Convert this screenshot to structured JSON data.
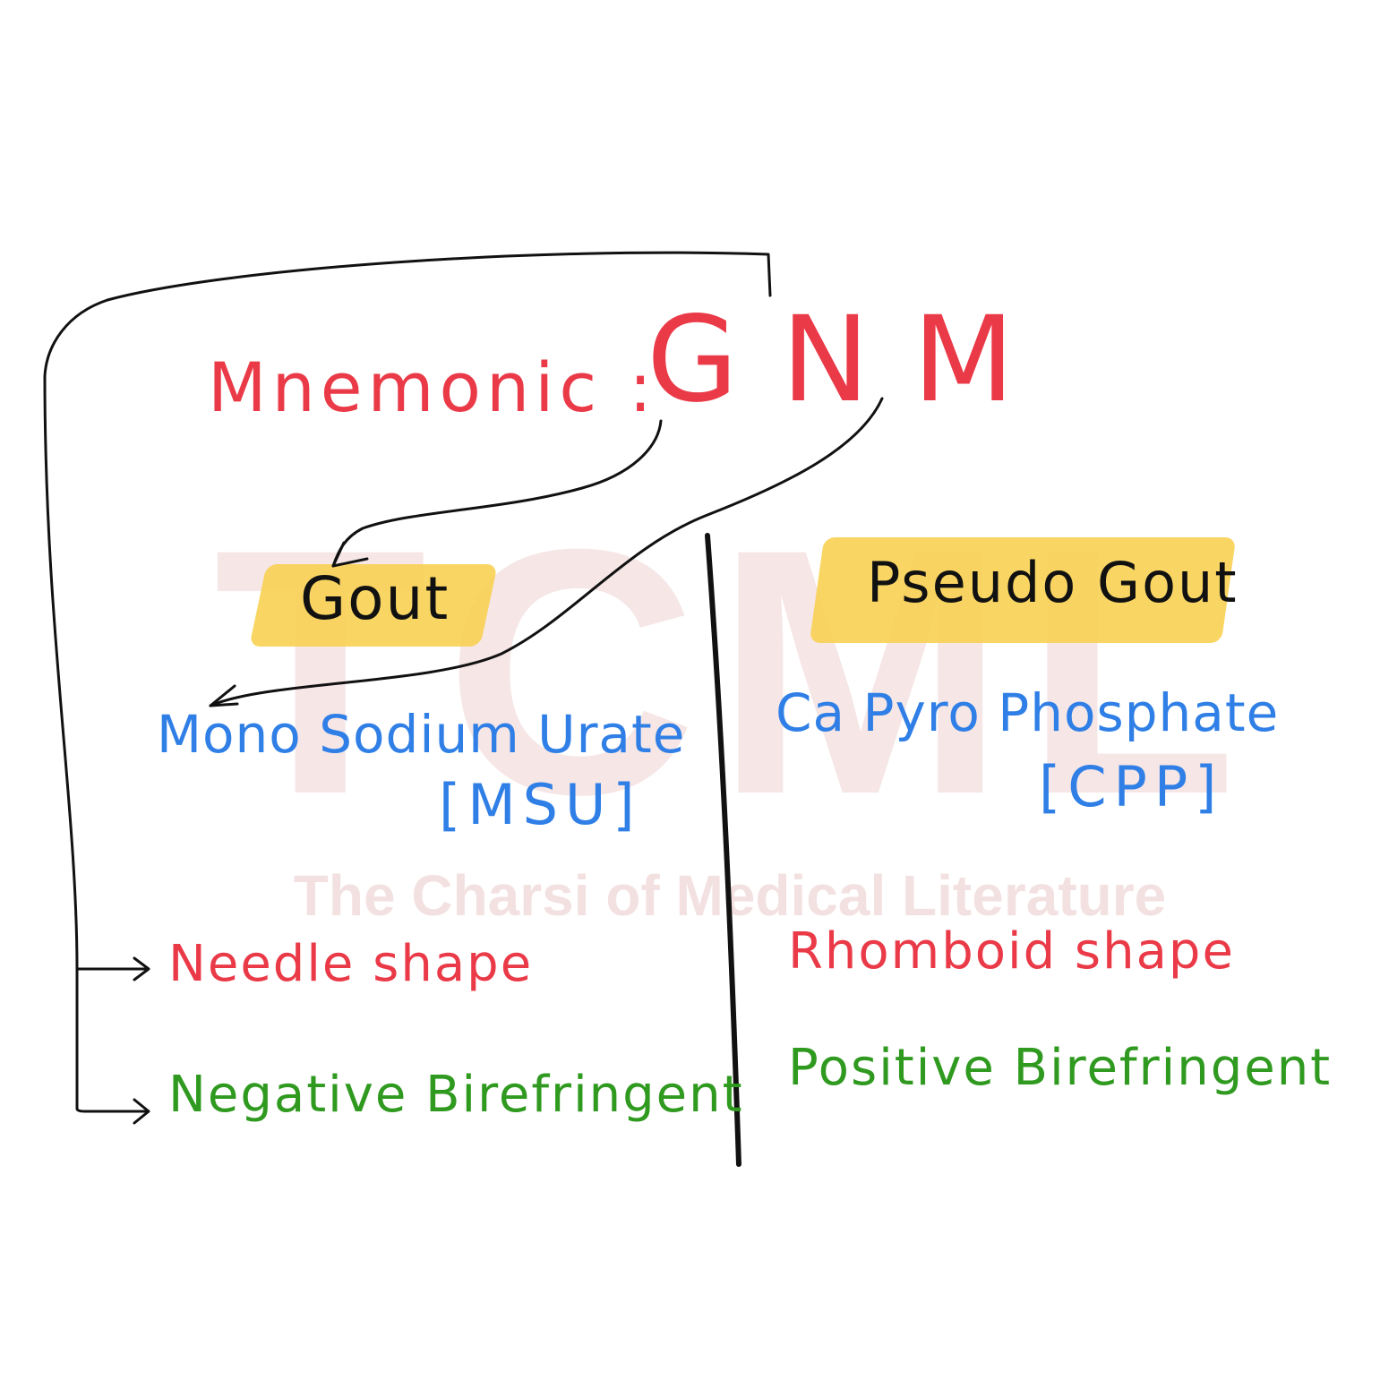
{
  "watermark": {
    "letters": "TCML",
    "tagline": "The Charsi of Medical Literature"
  },
  "mnemonic": {
    "label": "Mnemonic :",
    "code": "GNM"
  },
  "left": {
    "title": "Gout",
    "crystal_name": "Mono Sodium Urate",
    "crystal_abbr": "[MSU]",
    "shape": "Needle shape",
    "birefringence": "Negative Birefringent"
  },
  "right": {
    "title": "Pseudo Gout",
    "crystal_name": "Ca Pyro Phosphate",
    "crystal_abbr": "[CPP]",
    "shape": "Rhomboid shape",
    "birefringence": "Positive Birefringent"
  },
  "colors": {
    "mnemonic": "#ea3a48",
    "title": "#111111",
    "crystal": "#2f7fe6",
    "shape": "#ea3a48",
    "birefringence": "#2f9a1f",
    "highlight": "#f8cf49",
    "lines": "#111111"
  }
}
